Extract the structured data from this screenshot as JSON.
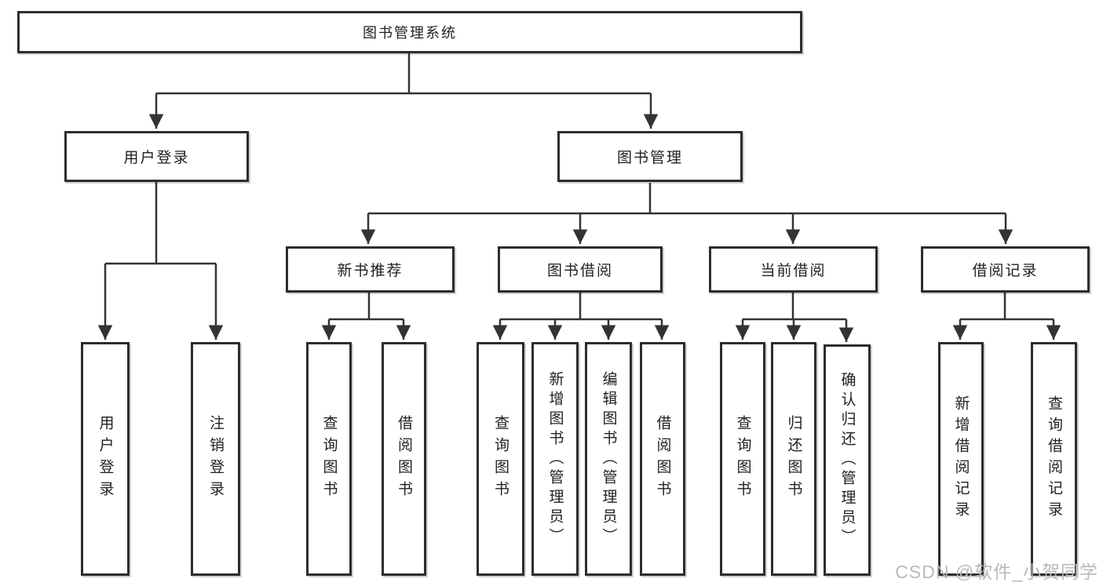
{
  "diagram": {
    "title": "图书管理系统",
    "colors": {
      "line": "#333333",
      "box_border": "#2d2d2d",
      "box_fill": "#ffffff",
      "text": "#222222",
      "watermark": "#b2b7bb"
    },
    "tree": {
      "root": {
        "label": "图书管理系统"
      },
      "level2": [
        {
          "label": "用户登录",
          "children": [
            {
              "label": "用户登录"
            },
            {
              "label": "注销登录"
            }
          ]
        },
        {
          "label": "图书管理",
          "children": [
            {
              "label": "新书推荐",
              "children": [
                {
                  "label": "查询图书"
                },
                {
                  "label": "借阅图书"
                }
              ]
            },
            {
              "label": "图书借阅",
              "children": [
                {
                  "label": "查询图书"
                },
                {
                  "label": "新增图书（管理员）"
                },
                {
                  "label": "编辑图书（管理员）"
                },
                {
                  "label": "借阅图书"
                }
              ]
            },
            {
              "label": "当前借阅",
              "children": [
                {
                  "label": "查询图书"
                },
                {
                  "label": "归还图书"
                },
                {
                  "label": "确认归还（管理员）"
                }
              ]
            },
            {
              "label": "借阅记录",
              "children": [
                {
                  "label": "新增借阅记录"
                },
                {
                  "label": "查询借阅记录"
                }
              ]
            }
          ]
        }
      ]
    },
    "watermark": "CSDN @软件_小贺同学"
  }
}
